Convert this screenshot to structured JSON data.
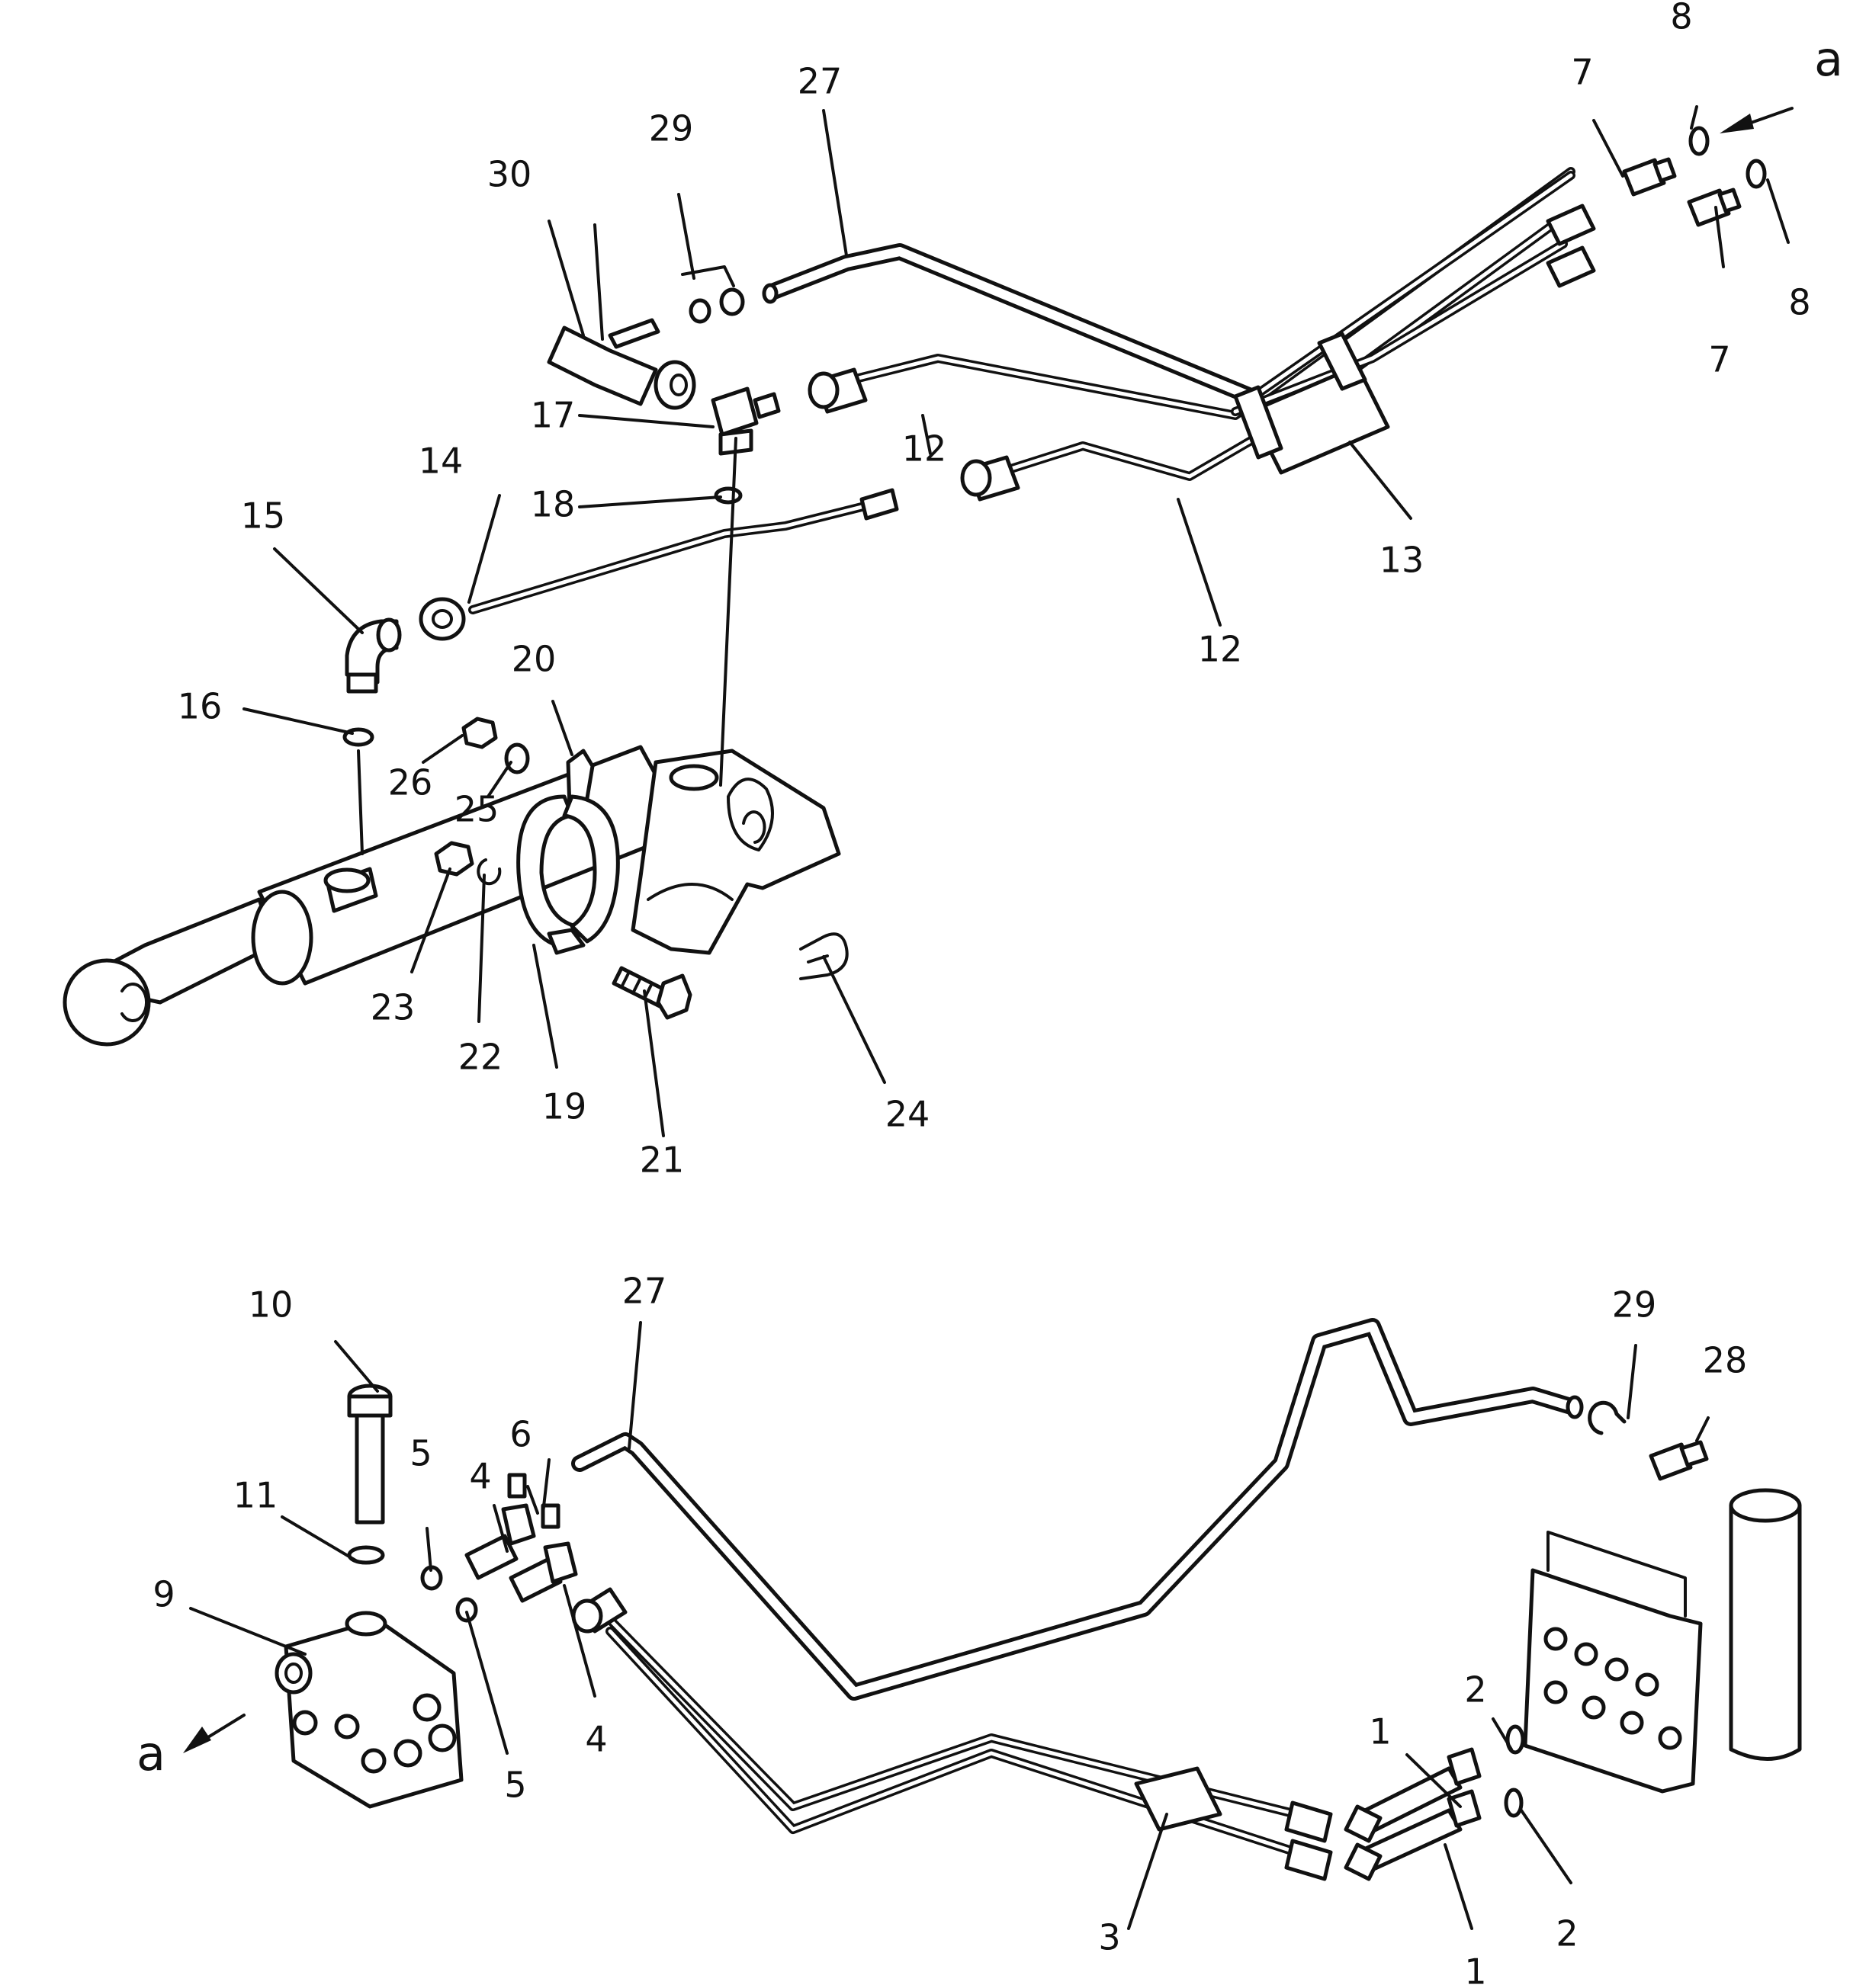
{
  "labels": {
    "c1": "1",
    "c1b": "1",
    "c2": "2",
    "c2b": "2",
    "c3": "3",
    "c4": "4",
    "c4b": "4",
    "c5": "5",
    "c5b": "5",
    "c6": "6",
    "c7": "7",
    "c7b": "7",
    "c8": "8",
    "c8b": "8",
    "c9": "9",
    "c10": "10",
    "c11": "11",
    "c12": "12",
    "c12b": "12",
    "c13": "13",
    "c14": "14",
    "c15": "15",
    "c16": "16",
    "c17": "17",
    "c18": "18",
    "c19": "19",
    "c20": "20",
    "c21": "21",
    "c22": "22",
    "c23": "23",
    "c24": "24",
    "c25": "25",
    "c26": "26",
    "c27": "27",
    "c27b": "27",
    "c28": "28",
    "c29": "29",
    "c29b": "29",
    "c30": "30",
    "view_a_top": "a",
    "view_a_bottom": "a"
  }
}
